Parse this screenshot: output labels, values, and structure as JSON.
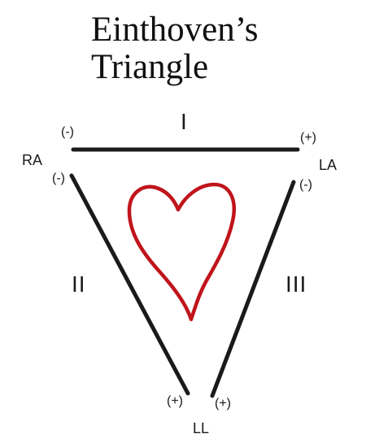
{
  "title": {
    "line1": "Einthoven’s",
    "line2": "Triangle"
  },
  "leads": {
    "I": {
      "label": "I",
      "negative": "(-)",
      "positive": "(+)"
    },
    "II": {
      "label": "II",
      "negative": "(-)",
      "positive": "(+)"
    },
    "III": {
      "label": "III",
      "negative": "(-)",
      "positive": "(+)"
    }
  },
  "electrodes": {
    "right_arm": "RA",
    "left_arm": "LA",
    "left_leg": "LL"
  },
  "colors": {
    "line": "#1a1a1a",
    "heart": "#c0141b",
    "text": "#1a1a1a"
  },
  "icons": {
    "heart": "heart-icon"
  }
}
